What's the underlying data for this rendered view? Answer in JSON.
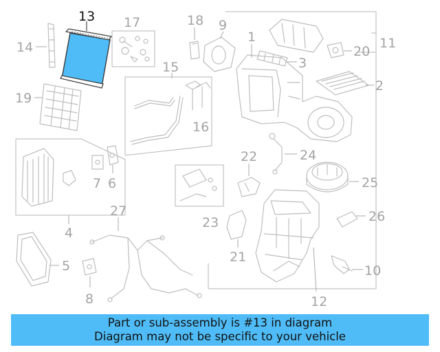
{
  "callouts": {
    "c1": "1",
    "c2": "2",
    "c3": "3",
    "c4": "4",
    "c5": "5",
    "c6": "6",
    "c7": "7",
    "c8": "8",
    "c9": "9",
    "c10": "10",
    "c11": "11",
    "c12": "12",
    "c13": "13",
    "c14": "14",
    "c15": "15",
    "c16": "16",
    "c17": "17",
    "c18": "18",
    "c19": "19",
    "c20": "20",
    "c21": "21",
    "c22": "22",
    "c23": "23",
    "c24": "24",
    "c25": "25",
    "c26": "26",
    "c27": "27"
  },
  "highlight": {
    "part_number": "13",
    "color": "#4fbcf7"
  },
  "banner": {
    "line1": "Part or sub-assembly is #13 in diagram",
    "line2": "Diagram may not be specific to your vehicle",
    "color": "#4fbcf7"
  }
}
